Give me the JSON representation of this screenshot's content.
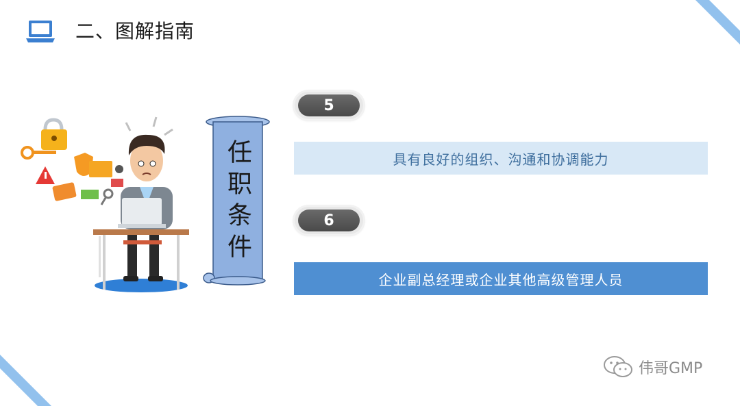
{
  "header": {
    "icon": "laptop-icon",
    "title": "二、图解指南"
  },
  "scroll": {
    "text": "任职条件"
  },
  "items": [
    {
      "number": "5",
      "text": "具有良好的组织、沟通和协调能力"
    },
    {
      "number": "6",
      "text": "企业副总经理或企业其他高级管理人员"
    }
  ],
  "watermark": {
    "icon": "wechat-icon",
    "text": "伟哥GMP"
  },
  "colors": {
    "accent_blue": "#4f8fd2",
    "light_blue": "#d8e8f6",
    "scroll_blue": "#8fb0e0",
    "pill_gray": "#555555"
  }
}
